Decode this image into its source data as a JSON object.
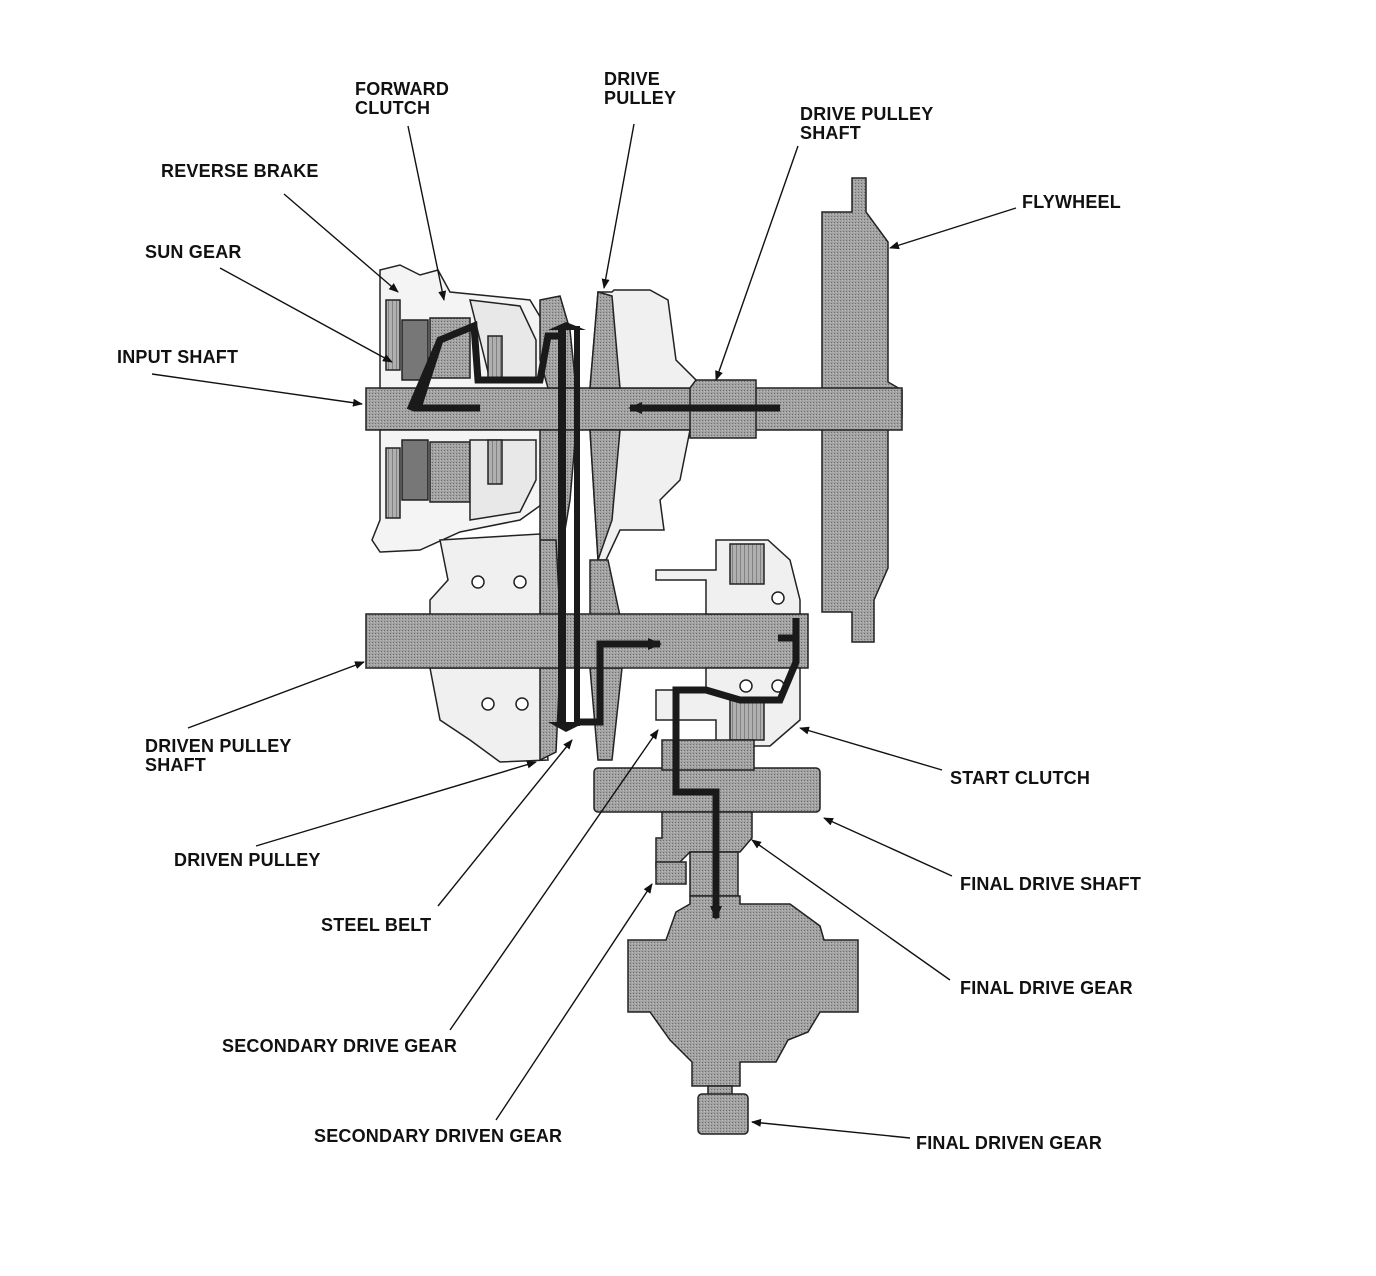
{
  "colors": {
    "part_fill": "#9a9a9a",
    "part_dark": "#7c7c7c",
    "part_light": "#c8c8c8",
    "outline": "#222222",
    "power_flow": "#1a1a1a",
    "background": "#ffffff"
  },
  "labels": {
    "forward_clutch": [
      "FORWARD",
      "CLUTCH"
    ],
    "drive_pulley": [
      "DRIVE",
      "PULLEY"
    ],
    "drive_pulley_shaft": [
      "DRIVE PULLEY",
      "SHAFT"
    ],
    "reverse_brake": "REVERSE BRAKE",
    "flywheel": "FLYWHEEL",
    "sun_gear": "SUN GEAR",
    "input_shaft": "INPUT SHAFT",
    "driven_pulley_shaft": [
      "DRIVEN PULLEY",
      "SHAFT"
    ],
    "start_clutch": "START CLUTCH",
    "driven_pulley": "DRIVEN PULLEY",
    "final_drive_shaft": "FINAL DRIVE SHAFT",
    "steel_belt": "STEEL BELT",
    "final_drive_gear": "FINAL DRIVE GEAR",
    "secondary_drive_gear": "SECONDARY DRIVE GEAR",
    "secondary_driven_gear": "SECONDARY DRIVEN GEAR",
    "final_driven_gear": "FINAL DRIVEN GEAR"
  }
}
